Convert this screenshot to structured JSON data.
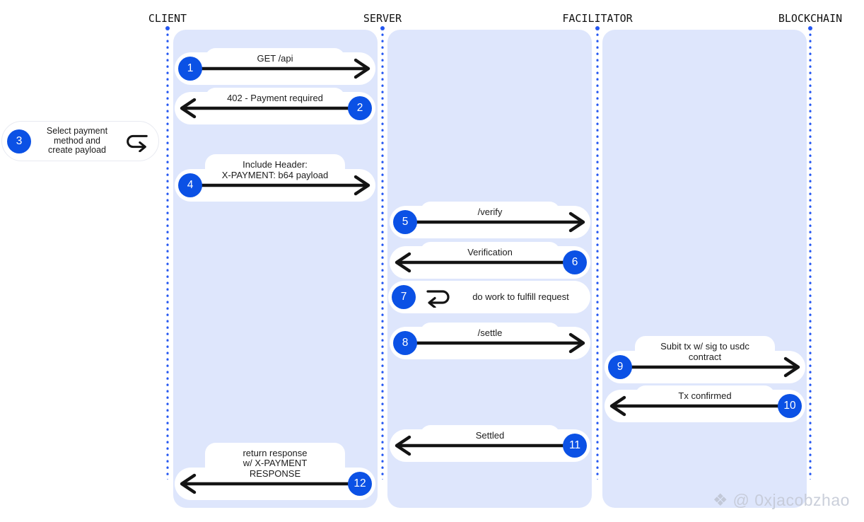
{
  "diagram": {
    "lanes": [
      {
        "name": "CLIENT"
      },
      {
        "name": "SERVER"
      },
      {
        "name": "FACILITATOR"
      },
      {
        "name": "BLOCKCHAIN"
      }
    ],
    "messages": [
      {
        "num": "1",
        "from": "CLIENT",
        "to": "SERVER",
        "label": "GET /api"
      },
      {
        "num": "2",
        "from": "SERVER",
        "to": "CLIENT",
        "label": "402 - Payment required"
      },
      {
        "num": "3",
        "from": "CLIENT",
        "to": "CLIENT",
        "label": "Select payment\nmethod and\ncreate payload"
      },
      {
        "num": "4",
        "from": "CLIENT",
        "to": "SERVER",
        "label": "Include Header:\nX-PAYMENT: b64 payload"
      },
      {
        "num": "5",
        "from": "SERVER",
        "to": "FACILITATOR",
        "label": "/verify"
      },
      {
        "num": "6",
        "from": "FACILITATOR",
        "to": "SERVER",
        "label": "Verification"
      },
      {
        "num": "7",
        "from": "SERVER",
        "to": "SERVER",
        "label": "do work to fulfill request"
      },
      {
        "num": "8",
        "from": "SERVER",
        "to": "FACILITATOR",
        "label": "/settle"
      },
      {
        "num": "9",
        "from": "FACILITATOR",
        "to": "BLOCKCHAIN",
        "label": "Subit tx w/ sig to usdc\ncontract"
      },
      {
        "num": "10",
        "from": "BLOCKCHAIN",
        "to": "FACILITATOR",
        "label": "Tx confirmed"
      },
      {
        "num": "11",
        "from": "FACILITATOR",
        "to": "SERVER",
        "label": "Settled"
      },
      {
        "num": "12",
        "from": "SERVER",
        "to": "CLIENT",
        "label": "return response\nw/ X-PAYMENT RESPONSE"
      }
    ],
    "watermark": {
      "icon": "diamond-logo",
      "text": "@ 0xjacobzhao"
    },
    "colors": {
      "accent_blue": "#0b51e5",
      "lifeline_blue": "#2457f2",
      "band_lavender": "#dee6fc",
      "arrow_black": "#141414"
    }
  }
}
